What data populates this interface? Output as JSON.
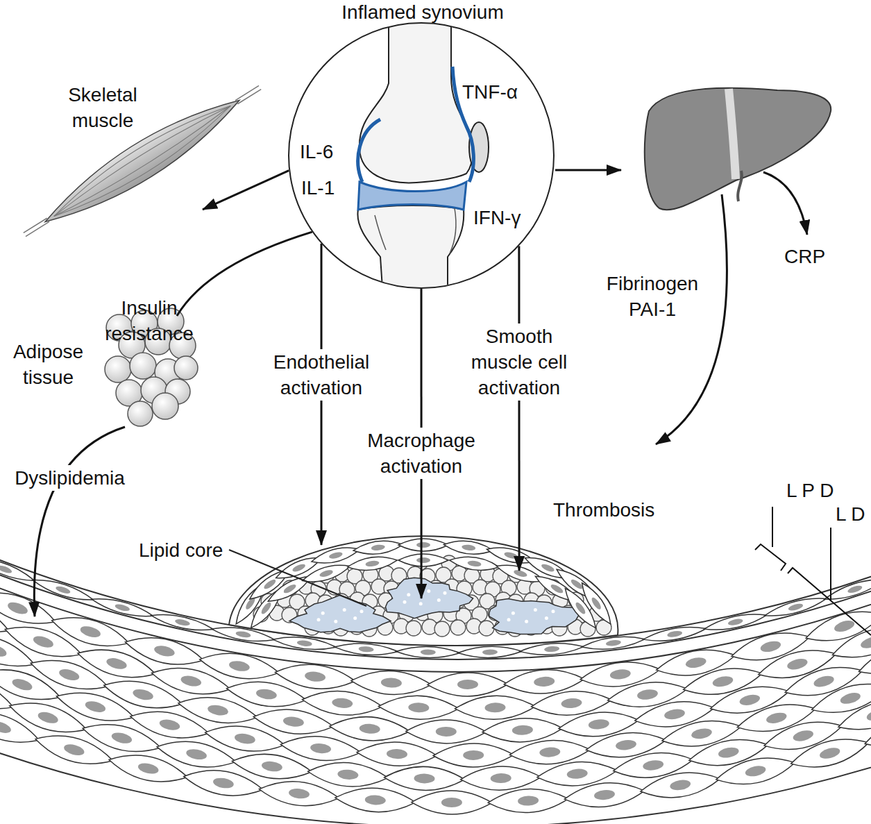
{
  "diagram": {
    "nodes": [
      {
        "text": [
          "Inflamed synovium",
          "TNF-α",
          "IL-6",
          "IL-1",
          "IFN-γ"
        ]
      },
      {
        "text": [
          "Skeletal muscle",
          "Insulin resistance"
        ]
      },
      {
        "text": [
          "Adipose tissue"
        ]
      },
      {
        "text": [
          "Lipid core"
        ]
      }
    ],
    "edges": [
      {
        "from": 0,
        "to": 1,
        "arrow": "to"
      },
      {
        "from": 0,
        "to": 2,
        "arrow": "none"
      },
      {
        "from": 2,
        "to": 3,
        "label": "Dyslipidemia",
        "arrow": "to"
      },
      {
        "from": 0,
        "to": 3,
        "label": "Endothelial activation",
        "arrow": "to"
      },
      {
        "from": 0,
        "to": 3,
        "label": "Macrophage activation",
        "arrow": "to"
      },
      {
        "from": 0,
        "to": 3,
        "label": "Smooth muscle cell activation",
        "arrow": "to"
      }
    ],
    "labels": [
      "CRP",
      "Fibrinogen PAI-1",
      "Thrombosis",
      "L P D",
      "L D"
    ]
  }
}
